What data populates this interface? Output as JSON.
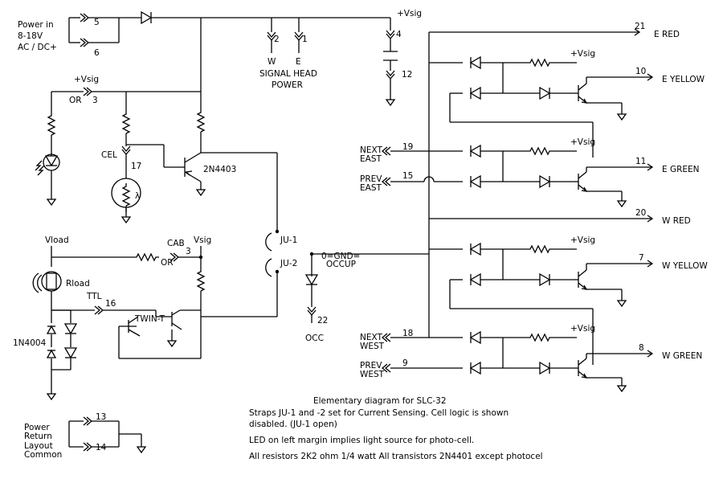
{
  "labels": {
    "power_in": "Power in",
    "power_range": "8-18V",
    "power_acdc": "AC / DC+",
    "vsig": "+Vsig",
    "vsig_plain": "Vsig",
    "or": "OR",
    "cel": "CEL",
    "q_pnp": "2N4403",
    "signal_head_w": "W",
    "signal_head_e": "E",
    "signal_head_1": "SIGNAL HEAD",
    "signal_head_2": "POWER",
    "vload": "Vload",
    "cab": "CAB",
    "rload": "Rload",
    "ttl": "TTL",
    "twin_t": "TWIN-T",
    "diode_1n4004": "1N4004",
    "ju1": "JU-1",
    "ju2": "JU-2",
    "occup_1": "0=GND=",
    "occup_2": "OCCUP",
    "occ": "OCC",
    "next_east_1": "NEXT",
    "next_east_2": "EAST",
    "prev_east_1": "PREV",
    "prev_east_2": "EAST",
    "next_west_1": "NEXT",
    "next_west_2": "WEST",
    "prev_west_1": "PREV",
    "prev_west_2": "WEST",
    "e_red": "E RED",
    "e_yellow": "E YELLOW",
    "e_green": "E GREEN",
    "w_red": "W RED",
    "w_yellow": "W YELLOW",
    "w_green": "W GREEN",
    "power_return_1": "Power",
    "power_return_2": "Return",
    "layout_common_1": "Layout",
    "layout_common_2": "Common"
  },
  "pins": {
    "p5": "5",
    "p6": "6",
    "p2": "2",
    "p1": "1",
    "p4": "4",
    "p12": "12",
    "p3a": "3",
    "p3b": "3",
    "p17": "17",
    "p16": "16",
    "p22": "22",
    "p13": "13",
    "p14": "14",
    "p21": "21",
    "p10": "10",
    "p19": "19",
    "p15": "15",
    "p11": "11",
    "p20": "20",
    "p7": "7",
    "p18": "18",
    "p9": "9",
    "p8": "8"
  },
  "notes": {
    "title": "Elementary diagram for SLC-32",
    "line1": "Straps JU-1 and -2 set for Current Sensing. Cell logic is shown",
    "line2": "disabled. (JU-1 open)",
    "line3": "LED on left margin implies light source for photo-cell.",
    "line4": "All resistors 2K2 ohm 1/4 watt  All transistors 2N4401 except photocel"
  }
}
